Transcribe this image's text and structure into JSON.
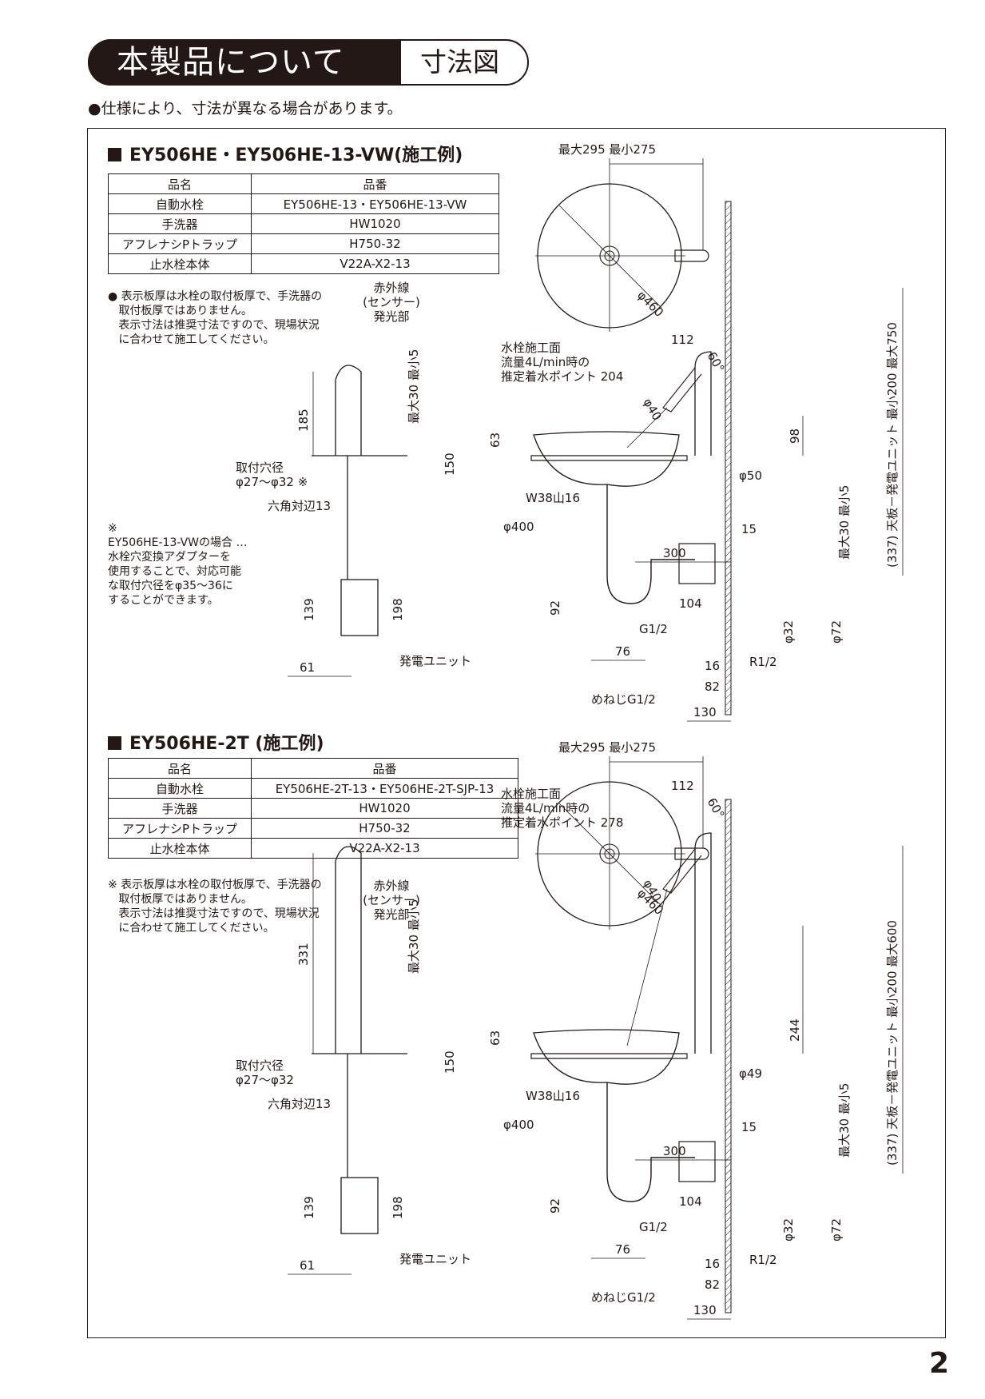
{
  "header": {
    "title": "本製品について",
    "subtitle": "寸法図"
  },
  "intro_note": "●仕様により、寸法が異なる場合があります。",
  "sections": [
    {
      "title": "EY506HE・EY506HE-13-VW(施工例)",
      "table": {
        "headers": [
          "品名",
          "品番"
        ],
        "rows": [
          [
            "自動水栓",
            "EY506HE-13・EY506HE-13-VW"
          ],
          [
            "手洗器",
            "HW1020"
          ],
          [
            "アフレナシPトラップ",
            "H750-32"
          ],
          [
            "止水栓本体",
            "V22A-X2-13"
          ]
        ]
      },
      "note": "● 表示板厚は水栓の取付板厚で、手洗器の\n   取付板厚ではありません。\n   表示寸法は推奨寸法ですので、現場状況\n   に合わせて施工してください。",
      "adapter_note": "※\nEY506HE-13-VWの場合 …\n水栓穴変換アダプターを\n使用することで、対応可能\nな取付穴径をφ35〜36に\nすることができます。",
      "dims": {
        "basin_range": "最大295 最小275",
        "basin_dia": "φ460",
        "sensor": "赤外線\n(センサー)\n発光部",
        "faucet_h": "185",
        "thick": "最大30 最小5",
        "hole": "取付穴径\nφ27〜φ32 ※",
        "hex": "六角対辺13",
        "unit1": "139",
        "unit2": "198",
        "unit_w": "61",
        "gen": "発電ユニット",
        "water": "水栓施工面\n流量4L/min時の\n推定着水ポイント 204",
        "d112": "112",
        "ang": "60°",
        "d40": "φ40",
        "d98": "98",
        "d150": "150",
        "d63": "63",
        "d50": "φ50",
        "w38": "W38山16",
        "d400": "φ400",
        "d300": "300",
        "d15": "15",
        "d92": "92",
        "d104": "104",
        "g12": "G1/2",
        "d32": "φ32",
        "d72": "φ72",
        "d76": "76",
        "d16": "16",
        "r12": "R1/2",
        "d82": "82",
        "meneji": "めねじG1/2",
        "d130": "130",
        "side_thick": "最大30 最小5",
        "side_range": "(337) 天板－発電ユニット 最小200 最大750"
      }
    },
    {
      "title": "EY506HE-2T (施工例)",
      "table": {
        "headers": [
          "品名",
          "品番"
        ],
        "rows": [
          [
            "自動水栓",
            "EY506HE-2T-13・EY506HE-2T-SJP-13"
          ],
          [
            "手洗器",
            "HW1020"
          ],
          [
            "アフレナシPトラップ",
            "H750-32"
          ],
          [
            "止水栓本体",
            "V22A-X2-13"
          ]
        ]
      },
      "note": "※ 表示板厚は水栓の取付板厚で、手洗器の\n   取付板厚ではありません。\n   表示寸法は推奨寸法ですので、現場状況\n   に合わせて施工してください。",
      "adapter_note": "",
      "dims": {
        "basin_range": "最大295 最小275",
        "basin_dia": "φ460",
        "sensor": "赤外線\n(センサー)\n発光部",
        "faucet_h": "331",
        "thick": "最大30 最小5",
        "hole": "取付穴径\nφ27〜φ32",
        "hex": "六角対辺13",
        "unit1": "139",
        "unit2": "198",
        "unit_w": "61",
        "gen": "発電ユニット",
        "water": "水栓施工面\n流量4L/min時の\n推定着水ポイント 278",
        "d112": "112",
        "ang": "60°",
        "d40": "φ40",
        "d98": "244",
        "d150": "150",
        "d63": "63",
        "d50": "φ49",
        "w38": "W38山16",
        "d400": "φ400",
        "d300": "300",
        "d15": "15",
        "d92": "92",
        "d104": "104",
        "g12": "G1/2",
        "d32": "φ32",
        "d72": "φ72",
        "d76": "76",
        "d16": "16",
        "r12": "R1/2",
        "d82": "82",
        "meneji": "めねじG1/2",
        "d130": "130",
        "side_thick": "最大30 最小5",
        "side_range": "(337) 天板－発電ユニット 最小200 最大600"
      }
    }
  ],
  "page_number": "2"
}
